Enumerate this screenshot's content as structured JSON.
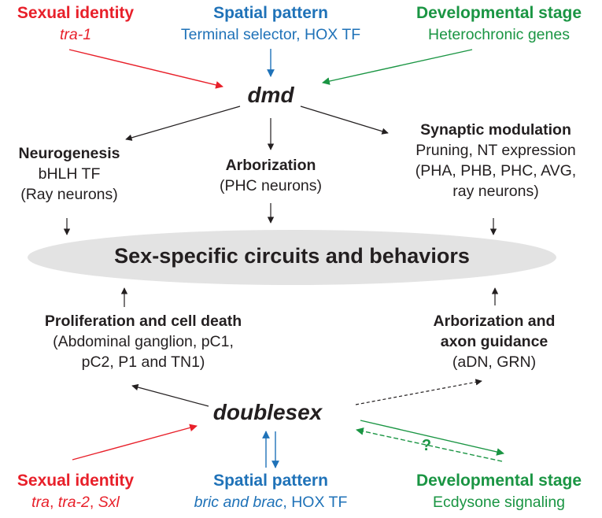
{
  "top": {
    "sexual": {
      "heading": "Sexual identity",
      "sub": "tra-1",
      "color": "#e8202a"
    },
    "spatial": {
      "heading": "Spatial pattern",
      "sub": "Terminal selector, HOX TF",
      "color": "#1f72b8"
    },
    "developmental": {
      "heading": "Developmental stage",
      "sub": "Heterochronic genes",
      "color": "#1a9543"
    },
    "gene": "dmd"
  },
  "upper_outputs": {
    "neurogenesis": {
      "title": "Neurogenesis",
      "line1": "bHLH TF",
      "line2": "(Ray neurons)"
    },
    "arborization": {
      "title": "Arborization",
      "line1": "(PHC neurons)"
    },
    "synaptic": {
      "title": "Synaptic modulation",
      "line1": "Pruning, NT expression",
      "line2": "(PHA, PHB, PHC, AVG,",
      "line3": "ray neurons)"
    }
  },
  "center": {
    "label": "Sex-specific circuits and behaviors",
    "fill": "#e3e3e3"
  },
  "lower_outputs": {
    "proliferation": {
      "title": "Proliferation and cell death",
      "line1": "(Abdominal ganglion, pC1,",
      "line2": "pC2, P1 and TN1)"
    },
    "arborization_axon": {
      "title1": "Arborization and",
      "title2": "axon guidance",
      "line1": "(aDN, GRN)"
    }
  },
  "bottom": {
    "gene": "doublesex",
    "question_mark": "?",
    "sexual": {
      "heading": "Sexual identity",
      "sub_parts": [
        "tra",
        ", ",
        "tra-2",
        ", ",
        "Sxl"
      ]
    },
    "spatial": {
      "heading": "Spatial pattern",
      "sub_italic": "bric and brac",
      "sub_rest": ", HOX TF"
    },
    "developmental": {
      "heading": "Developmental stage",
      "sub": "Ecdysone signaling"
    }
  }
}
